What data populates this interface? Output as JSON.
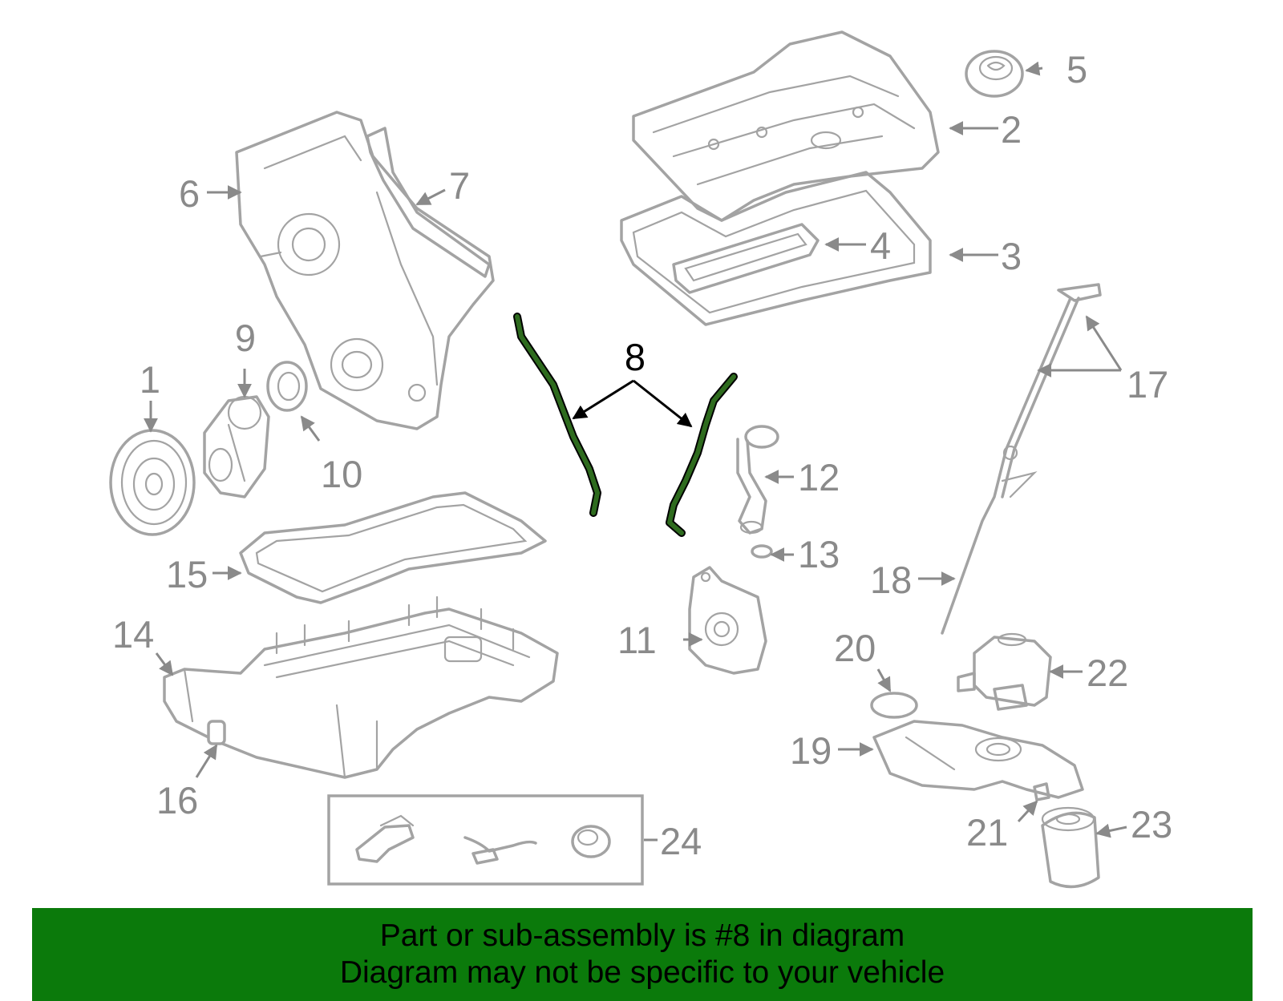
{
  "diagram": {
    "background_color": "#ffffff",
    "part_stroke_color": "#a3a3a3",
    "label_color": "#8a8a8a",
    "highlight_color": "#2e6b1e",
    "highlighted_part": "8",
    "callouts": [
      {
        "id": "1",
        "text": "1"
      },
      {
        "id": "2",
        "text": "2"
      },
      {
        "id": "3",
        "text": "3"
      },
      {
        "id": "4",
        "text": "4"
      },
      {
        "id": "5",
        "text": "5"
      },
      {
        "id": "6",
        "text": "6"
      },
      {
        "id": "7",
        "text": "7"
      },
      {
        "id": "8",
        "text": "8"
      },
      {
        "id": "9",
        "text": "9"
      },
      {
        "id": "10",
        "text": "10"
      },
      {
        "id": "11",
        "text": "11"
      },
      {
        "id": "12",
        "text": "12"
      },
      {
        "id": "13",
        "text": "13"
      },
      {
        "id": "14",
        "text": "14"
      },
      {
        "id": "15",
        "text": "15"
      },
      {
        "id": "16",
        "text": "16"
      },
      {
        "id": "17",
        "text": "17"
      },
      {
        "id": "18",
        "text": "18"
      },
      {
        "id": "19",
        "text": "19"
      },
      {
        "id": "20",
        "text": "20"
      },
      {
        "id": "21",
        "text": "21"
      },
      {
        "id": "22",
        "text": "22"
      },
      {
        "id": "23",
        "text": "23"
      },
      {
        "id": "24",
        "text": "24"
      }
    ]
  },
  "banner": {
    "background_color": "#0b7a0b",
    "line1": "Part or sub-assembly is #8 in diagram",
    "line2": "Diagram may not be specific to your vehicle"
  }
}
